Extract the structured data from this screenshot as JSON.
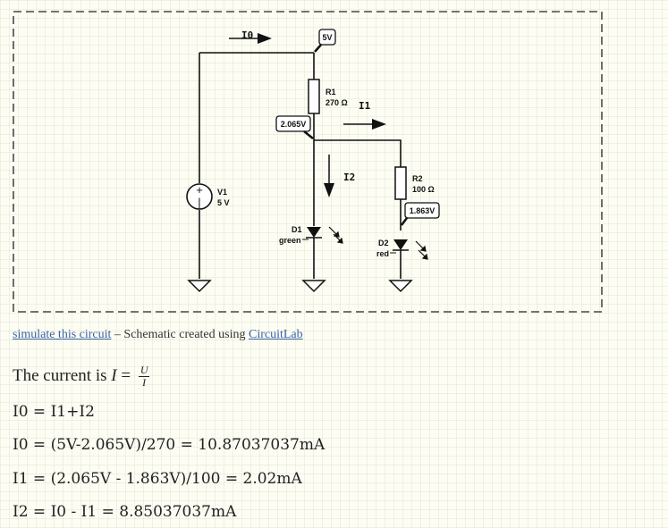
{
  "schematic": {
    "source": {
      "name": "V1",
      "value": "5 V"
    },
    "resistors": [
      {
        "name": "R1",
        "value": "270 Ω"
      },
      {
        "name": "R2",
        "value": "100 Ω"
      }
    ],
    "diodes": [
      {
        "name": "D1",
        "color": "green"
      },
      {
        "name": "D2",
        "color": "red"
      }
    ],
    "node_labels": [
      "5V",
      "2.065V",
      "1.863V"
    ],
    "currents": [
      "I0",
      "I1",
      "I2"
    ]
  },
  "caption": {
    "link1": "simulate this circuit",
    "middle": " – Schematic created using ",
    "link2": "CircuitLab"
  },
  "formula": {
    "prefix": "The current is ",
    "lhs": "I",
    "eq": " = ",
    "num": "U",
    "den": "I"
  },
  "equations": [
    "I0 = I1+I2",
    "I0 = (5V-2.065V)/270 = 10.87037037mA",
    "I1 = (2.065V - 1.863V)/100 = 2.02mA",
    "I2 = I0 - I1 = 8.85037037mA"
  ]
}
